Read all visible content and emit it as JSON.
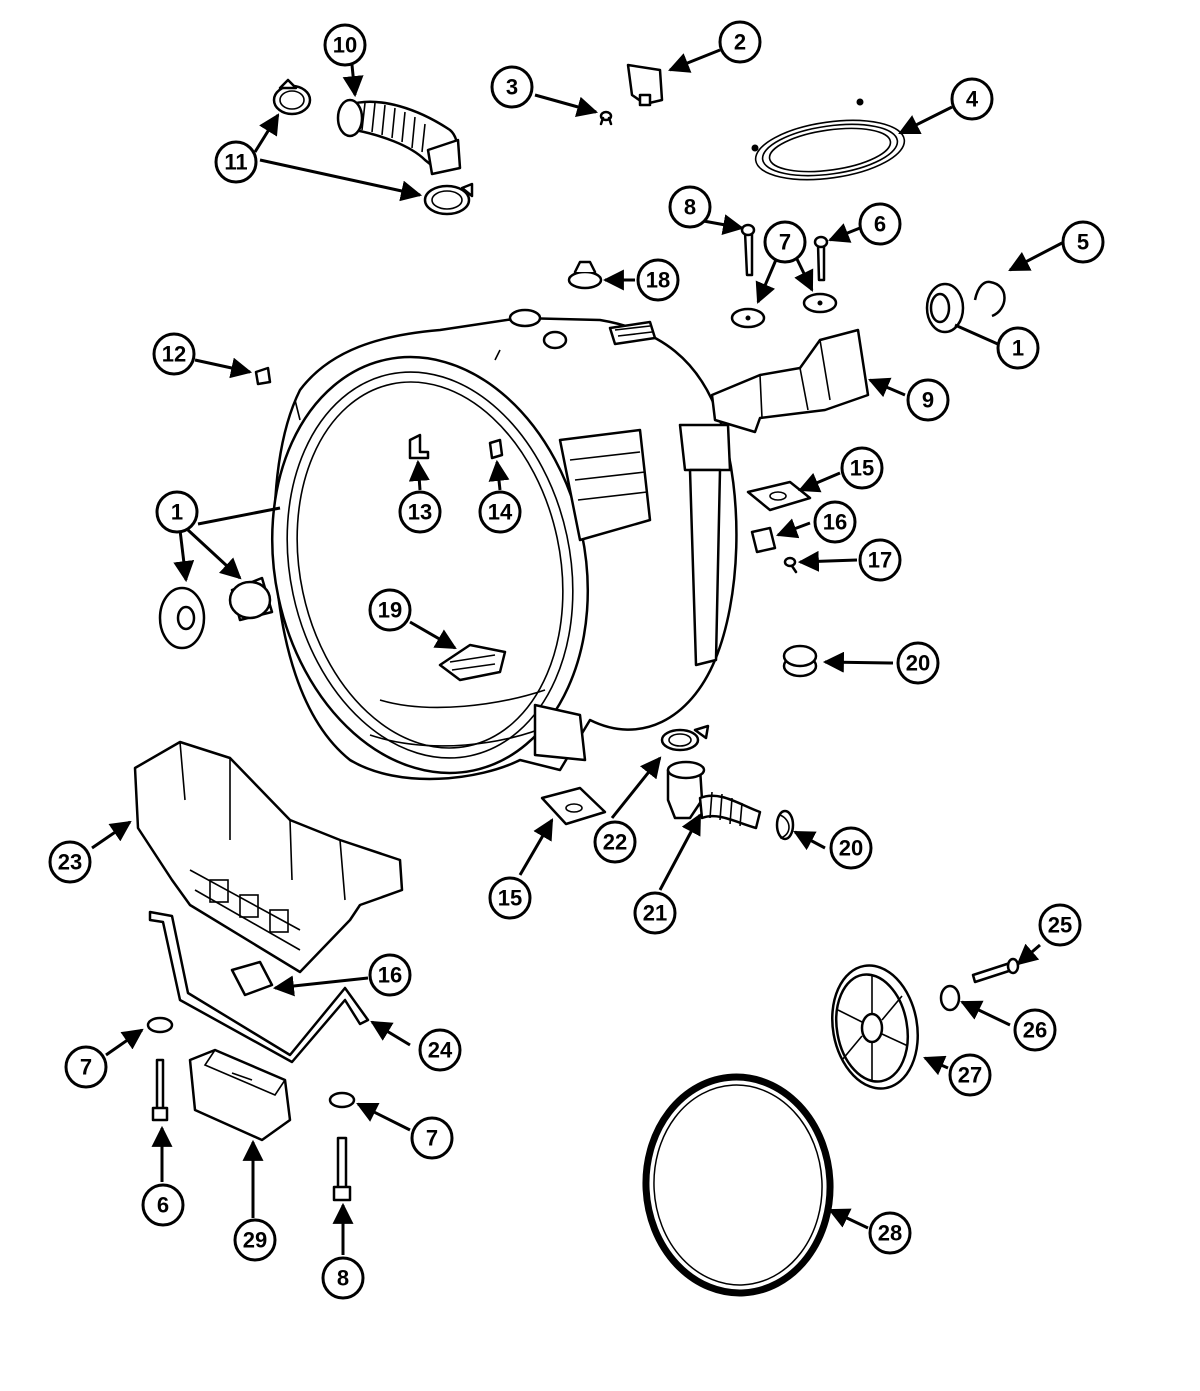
{
  "callouts": [
    {
      "id": "c-10",
      "label": "10"
    },
    {
      "id": "c-2",
      "label": "2"
    },
    {
      "id": "c-3",
      "label": "3"
    },
    {
      "id": "c-4",
      "label": "4"
    },
    {
      "id": "c-11",
      "label": "11"
    },
    {
      "id": "c-8a",
      "label": "8"
    },
    {
      "id": "c-7a",
      "label": "7"
    },
    {
      "id": "c-6a",
      "label": "6"
    },
    {
      "id": "c-5",
      "label": "5"
    },
    {
      "id": "c-18",
      "label": "18"
    },
    {
      "id": "c-1a",
      "label": "1"
    },
    {
      "id": "c-12",
      "label": "12"
    },
    {
      "id": "c-9",
      "label": "9"
    },
    {
      "id": "c-1b",
      "label": "1"
    },
    {
      "id": "c-13",
      "label": "13"
    },
    {
      "id": "c-14",
      "label": "14"
    },
    {
      "id": "c-15a",
      "label": "15"
    },
    {
      "id": "c-16a",
      "label": "16"
    },
    {
      "id": "c-17",
      "label": "17"
    },
    {
      "id": "c-19",
      "label": "19"
    },
    {
      "id": "c-20a",
      "label": "20"
    },
    {
      "id": "c-23",
      "label": "23"
    },
    {
      "id": "c-22",
      "label": "22"
    },
    {
      "id": "c-20b",
      "label": "20"
    },
    {
      "id": "c-15b",
      "label": "15"
    },
    {
      "id": "c-21",
      "label": "21"
    },
    {
      "id": "c-25",
      "label": "25"
    },
    {
      "id": "c-16b",
      "label": "16"
    },
    {
      "id": "c-26",
      "label": "26"
    },
    {
      "id": "c-24",
      "label": "24"
    },
    {
      "id": "c-7b",
      "label": "7"
    },
    {
      "id": "c-27",
      "label": "27"
    },
    {
      "id": "c-7c",
      "label": "7"
    },
    {
      "id": "c-6b",
      "label": "6"
    },
    {
      "id": "c-29",
      "label": "29"
    },
    {
      "id": "c-28",
      "label": "28"
    },
    {
      "id": "c-8b",
      "label": "8"
    }
  ]
}
